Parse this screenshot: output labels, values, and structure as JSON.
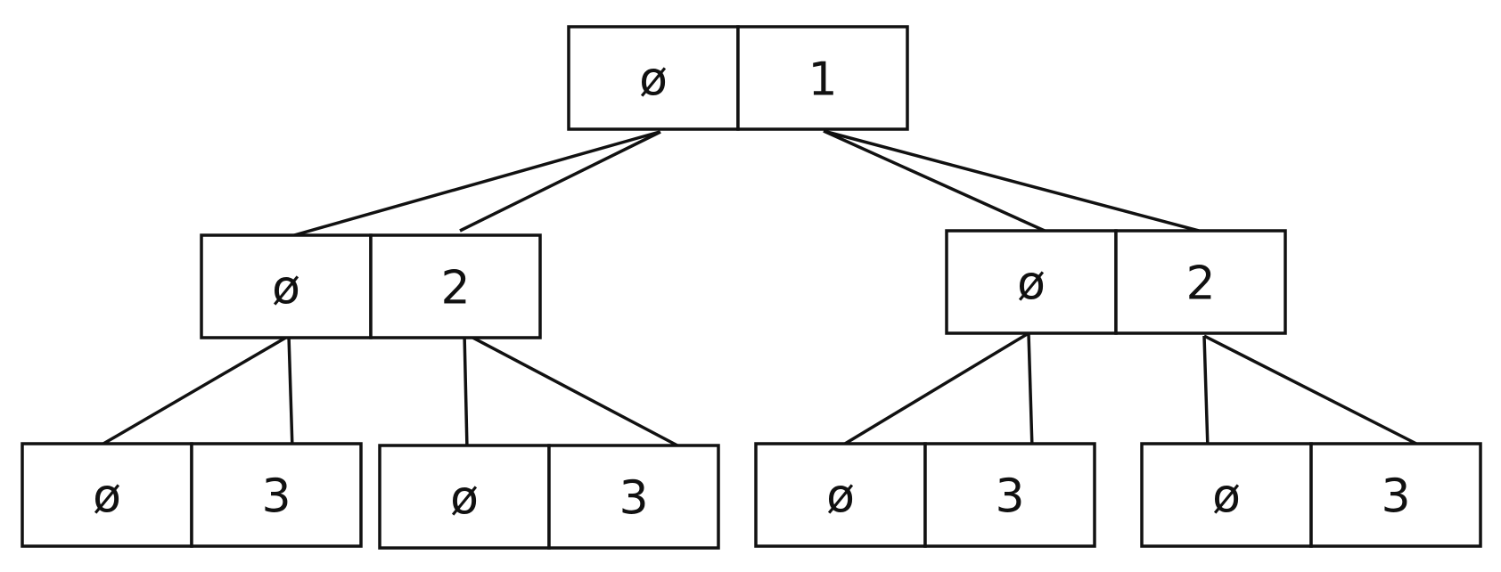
{
  "nodes": [
    {
      "id": "root",
      "cells": [
        "ø",
        "1"
      ]
    },
    {
      "id": "left",
      "cells": [
        "ø",
        "2"
      ]
    },
    {
      "id": "right",
      "cells": [
        "ø",
        "2"
      ]
    },
    {
      "id": "left-left",
      "cells": [
        "ø",
        "3"
      ]
    },
    {
      "id": "left-right",
      "cells": [
        "ø",
        "3"
      ]
    },
    {
      "id": "right-left",
      "cells": [
        "ø",
        "3"
      ]
    },
    {
      "id": "right-right",
      "cells": [
        "ø",
        "3"
      ]
    }
  ],
  "edges": [
    {
      "from": "root",
      "to": "left",
      "pair": 0
    },
    {
      "from": "root",
      "to": "right",
      "pair": 1
    },
    {
      "from": "left",
      "to": "left-left",
      "pair": 0
    },
    {
      "from": "left",
      "to": "left-right",
      "pair": 1
    },
    {
      "from": "right",
      "to": "right-left",
      "pair": 0
    },
    {
      "from": "right",
      "to": "right-right",
      "pair": 1
    }
  ]
}
